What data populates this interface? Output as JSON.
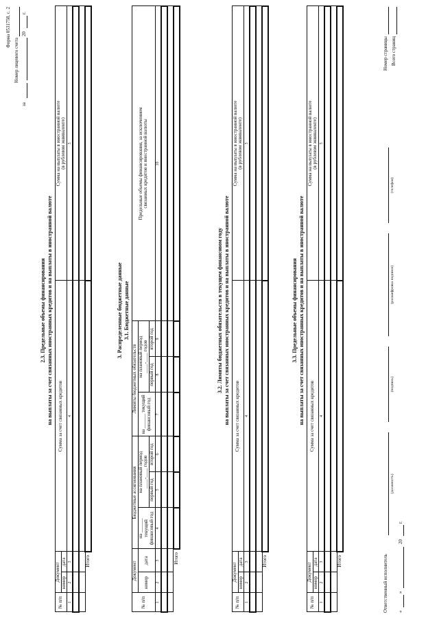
{
  "header": {
    "form_label": "Форма 0531758, с. 2",
    "account_label": "Номер лицевого счета",
    "date_prefix": "за",
    "year_number": "20",
    "year_suffix": "г."
  },
  "section_2_3": {
    "title_line1": "2.3. Предельные объемы финансирования",
    "title_line2": "на выплаты за счет связанных иностранных кредитов и на выплаты в иностранной валюте",
    "columns": {
      "num": "№ п/п",
      "document": "Документ",
      "number": "номер",
      "date": "дата",
      "sum_credits": "Сумма за счет связанных кредитов",
      "sum_currency_line1": "Сумма на выплаты в иностранной валюте",
      "sum_currency_line2": "(в рублевом эквиваленте)"
    },
    "col_numbers": [
      "1",
      "2",
      "3",
      "4",
      "5"
    ],
    "total": "Итого"
  },
  "section_3": {
    "title": "3. Распределенные бюджетные данные",
    "subtitle": "3.1. Бюджетные данные",
    "columns": {
      "num": "№ п/п",
      "document": "Документ",
      "number": "номер",
      "date": "дата",
      "budget_allocations": "Бюджетные ассигнования",
      "limits": "Лимиты бюджетных обязательств",
      "on": "на",
      "current_line1": "текущий",
      "current_line2": "финансовый год",
      "planning_period": "на плановый период",
      "dash": "-",
      "years": "годов",
      "first_year": "первый год",
      "second_year": "второй год",
      "financing_line1": "Предельные объемы финансирования, за исключением",
      "financing_line2": "связанных кредитов и иностранной валюты"
    },
    "col_numbers": [
      "1",
      "2",
      "3",
      "4",
      "5",
      "6",
      "7",
      "8",
      "9",
      "10"
    ],
    "total": "Итого"
  },
  "section_3_2": {
    "title_line1": "3.2. Лимиты бюджетных обязательств в текущем финансовом году",
    "title_line2": "на выплаты за счет связанных иностранных кредитов и на выплаты в иностранной валюте",
    "columns": {
      "num": "№ п/п",
      "document": "Документ",
      "number": "номер",
      "date": "дата",
      "sum_credits": "Сумма за счет связанных кредитов",
      "sum_currency_line1": "Сумма на выплаты в иностранной валюте",
      "sum_currency_line2": "(в рублевом эквиваленте)"
    },
    "col_numbers": [
      "1",
      "2",
      "3",
      "4",
      "5"
    ],
    "total": "Итого"
  },
  "section_3_3": {
    "title_line1": "3.3. Предельные объемы финансирования",
    "title_line2": "на выплаты за счет связанных иностранных кредитов и на выплаты в иностранной валюте",
    "columns": {
      "num": "№ п/п",
      "document": "Документ",
      "number": "номер",
      "date": "дата",
      "sum_credits": "Сумма за счет связанных кредитов",
      "sum_currency_line1": "Сумма на выплаты в иностранной валюте",
      "sum_currency_line2": "(в рублевом эквиваленте)"
    },
    "col_numbers": [
      "1",
      "2",
      "3",
      "4",
      "5"
    ],
    "total": "Итого"
  },
  "footer": {
    "responsible": "Ответственный исполнитель",
    "position": "(должность)",
    "signature": "(подпись)",
    "decoding": "(расшифровка подписи)",
    "phone": "(телефон)",
    "date_open": "«",
    "date_close": "»",
    "year_number": "20",
    "year_suffix": "г.",
    "page_number": "Номер страницы",
    "total_pages": "Всего страниц"
  }
}
